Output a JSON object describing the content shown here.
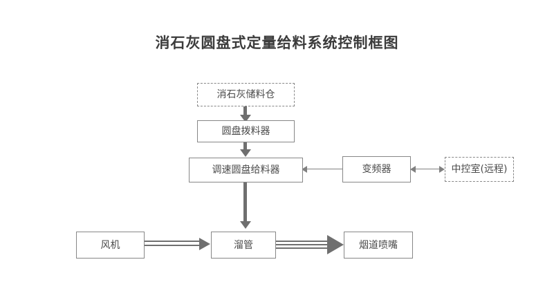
{
  "diagram": {
    "title": "消石灰圆盘式定量给料系统控制框图",
    "nodes": {
      "silo": "消石灰储料仓",
      "disc_scraper": "圆盘拨料器",
      "speed_disc_feeder": "调速圆盘给料器",
      "inverter": "变频器",
      "control_room": "中控室(远程)",
      "fan": "风机",
      "chute": "溜管",
      "flue_nozzle": "烟道喷嘴"
    },
    "node_styles": {
      "silo": "dashed",
      "disc_scraper": "solid",
      "speed_disc_feeder": "solid",
      "inverter": "solid",
      "control_room": "dashed",
      "fan": "solid",
      "chute": "solid",
      "flue_nozzle": "solid"
    },
    "edges": [
      {
        "from": "silo",
        "to": "disc_scraper",
        "style": "thick-arrow-down"
      },
      {
        "from": "disc_scraper",
        "to": "speed_disc_feeder",
        "style": "thick-arrow-down"
      },
      {
        "from": "speed_disc_feeder",
        "to": "chute",
        "style": "thick-arrow-down"
      },
      {
        "from": "inverter",
        "to": "speed_disc_feeder",
        "style": "thin-arrow-left"
      },
      {
        "from": "inverter",
        "to": "control_room",
        "style": "thin-arrow-bidirectional"
      },
      {
        "from": "fan",
        "to": "chute",
        "style": "double-line-arrow-right"
      },
      {
        "from": "chute",
        "to": "flue_nozzle",
        "style": "double-line-arrow-right-large"
      }
    ],
    "colors": {
      "box_border": "#868686",
      "text": "#4a4a4a",
      "title_text": "#3b3b3b",
      "arrow_thick": "#6f6f6f",
      "arrow_thin": "#808080",
      "background": "#ffffff"
    }
  }
}
